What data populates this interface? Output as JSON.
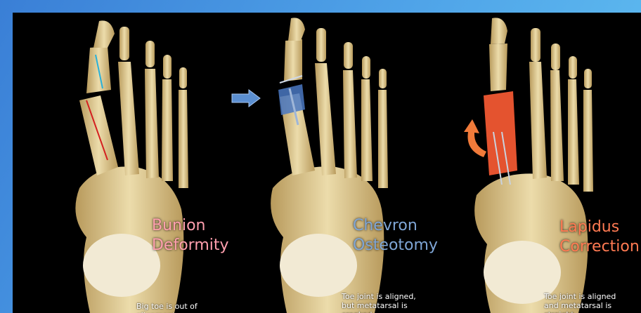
{
  "panels": [
    {
      "title_line1": "Bunion",
      "title_line2": "Deformity",
      "caption_line1": "Big toe is out of alignment",
      "caption_line2": "",
      "title_color": "#ff9fae"
    },
    {
      "title_line1": "Chevron",
      "title_line2": "Osteotomy",
      "caption_line1": "Toe joint is aligned,",
      "caption_line2": "but metatarsal is crooked",
      "title_color": "#7fa6d6"
    },
    {
      "title_line1": "Lapidus",
      "title_line2": "Correction",
      "caption_line1": "Toe joint is aligned",
      "caption_line2": "and metatarsal is straight",
      "title_color": "#ff7a52"
    }
  ],
  "colors": {
    "bone": "#e9d8a6",
    "bone_shadow": "#b89a5c",
    "background": "#000000",
    "frame_gradient_start": "#3a7fd6",
    "frame_gradient_end": "#63c3f2",
    "chevron_highlight": "#4a78c2",
    "lapidus_highlight": "#e4532f",
    "arrow_blue": "#5b8fd1",
    "arrow_orange": "#f07a3a"
  },
  "icons": {
    "transition_arrow": "arrow-right-icon",
    "rotation_arrow": "curved-arrow-icon"
  }
}
